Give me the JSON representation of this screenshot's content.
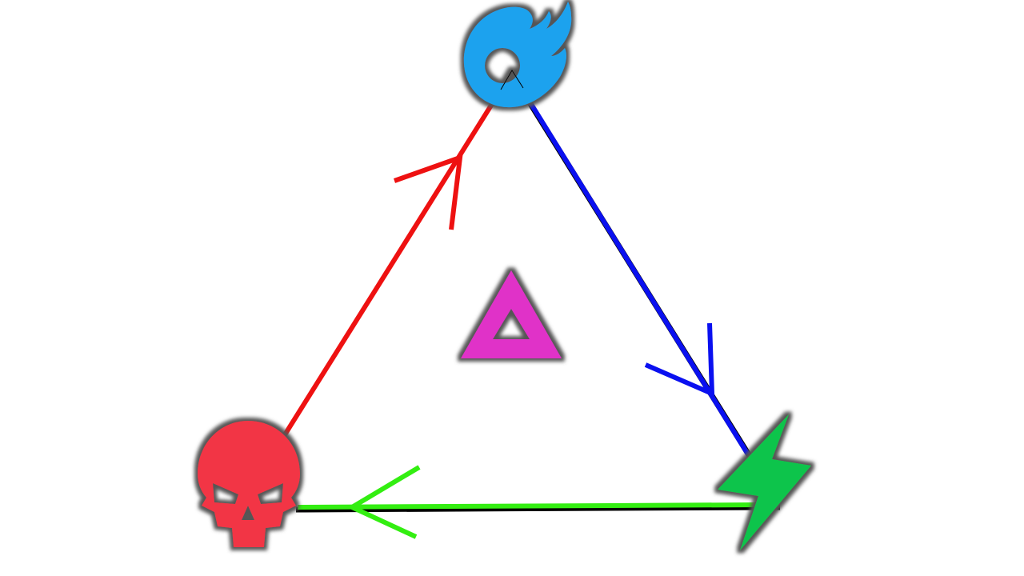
{
  "diagram": {
    "nodes": [
      {
        "id": "fire",
        "icon": "fire-icon",
        "color": "#1fa2ee"
      },
      {
        "id": "lightning",
        "icon": "lightning-icon",
        "color": "#10c44c"
      },
      {
        "id": "skull",
        "icon": "skull-icon",
        "color": "#f23444"
      },
      {
        "id": "center",
        "icon": "triangle-icon",
        "color": "#e030c8"
      }
    ],
    "edges": [
      {
        "from": "skull",
        "to": "fire",
        "color": "#ee1111"
      },
      {
        "from": "fire",
        "to": "lightning",
        "color": "#0a10f0"
      },
      {
        "from": "lightning",
        "to": "skull",
        "color": "#33ee11"
      }
    ]
  }
}
